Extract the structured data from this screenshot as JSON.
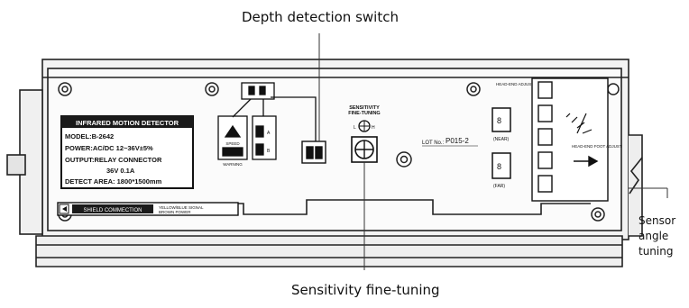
{
  "callouts": {
    "depth_switch": "Depth detection switch",
    "sensitivity": "Sensitivity fine-tuning",
    "sensor_angle_lines": [
      "Sensor",
      "angle",
      "tuning"
    ]
  },
  "label_plate": {
    "title": "INFRARED MOTION DETECTOR",
    "model": "MODEL:B-2642",
    "power": "POWER:AC/DC 12~36V±5%",
    "output": "OUTPUT:RELAY CONNECTOR",
    "rating": "36V 0.1A",
    "detect": "DETECT AREA: 1800*1500mm"
  },
  "sensitivity_panel": {
    "line1": "SENSITIVITY",
    "line2": "FINE-TUNING",
    "low": "L",
    "high": "H"
  },
  "lot": {
    "label": "LOT No.:",
    "value": "P015-2"
  },
  "connector_labels": [
    "SHIELD COMMECTION",
    "YELLOW/BLUE SIGNAL",
    "BROWN POWER"
  ],
  "small_labels": {
    "lamp": "SPEED",
    "mode": "WARNING",
    "a": "A",
    "b": "B"
  },
  "head_adjust": {
    "top": "HEAD-END ADJUSTMENT",
    "near": "(NEAR)",
    "far": "(FAR)"
  },
  "foot_adjust": {
    "label": "HEAD-END FOOT ADJUST"
  },
  "colors": {
    "ink": "#111111",
    "plate": "#1a1a1a",
    "panel": "#f4f4f4",
    "frame": "#e9e9e9"
  }
}
